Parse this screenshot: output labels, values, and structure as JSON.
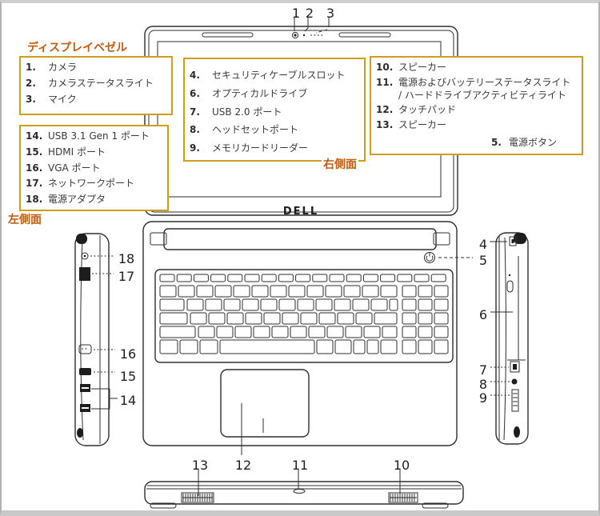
{
  "diagram": {
    "brand": "DELL"
  },
  "boxes": {
    "bezel": {
      "title": "ディスプレイベゼル",
      "items": [
        {
          "num": "1.",
          "label": "カメラ"
        },
        {
          "num": "2.",
          "label": "カメラステータスライト"
        },
        {
          "num": "3.",
          "label": "マイク"
        }
      ]
    },
    "right": {
      "title": "右側面",
      "items": [
        {
          "num": "4.",
          "label": "セキュリティケーブルスロット"
        },
        {
          "num": "6.",
          "label": "オプティカルドライブ"
        },
        {
          "num": "7.",
          "label": "USB 2.0 ポート"
        },
        {
          "num": "8.",
          "label": "ヘッドセットポート"
        },
        {
          "num": "9.",
          "label": "メモリカードリーダー"
        }
      ]
    },
    "front": {
      "items": [
        {
          "num": "10.",
          "label": "スピーカー"
        },
        {
          "num": "11.",
          "label": "電源およびバッテリーステータスライト / ハードドライブアクティビティライト"
        },
        {
          "num": "12.",
          "label": "タッチパッド"
        },
        {
          "num": "13.",
          "label": "スピーカー"
        }
      ],
      "extra": {
        "num": "5.",
        "label": "電源ボタン"
      }
    },
    "left": {
      "title": "左側面",
      "items": [
        {
          "num": "14.",
          "label": "USB 3.1 Gen 1 ポート"
        },
        {
          "num": "15.",
          "label": "HDMI ポート"
        },
        {
          "num": "16.",
          "label": "VGA ポート"
        },
        {
          "num": "17.",
          "label": "ネットワークポート"
        },
        {
          "num": "18.",
          "label": "電源アダプタ"
        }
      ]
    }
  },
  "callouts": {
    "n1": "1",
    "n2": "2",
    "n3": "3",
    "n4": "4",
    "n5": "5",
    "n6": "6",
    "n7": "7",
    "n8": "8",
    "n9": "9",
    "n10": "10",
    "n11": "11",
    "n12": "12",
    "n13": "13",
    "n14": "14",
    "n15": "15",
    "n16": "16",
    "n17": "17",
    "n18": "18"
  },
  "colors": {
    "box_border": "#D09E1A",
    "section_title": "#C35A0D",
    "line_art": "#2E2E2E",
    "frame_gray": "#CFCFCF"
  }
}
